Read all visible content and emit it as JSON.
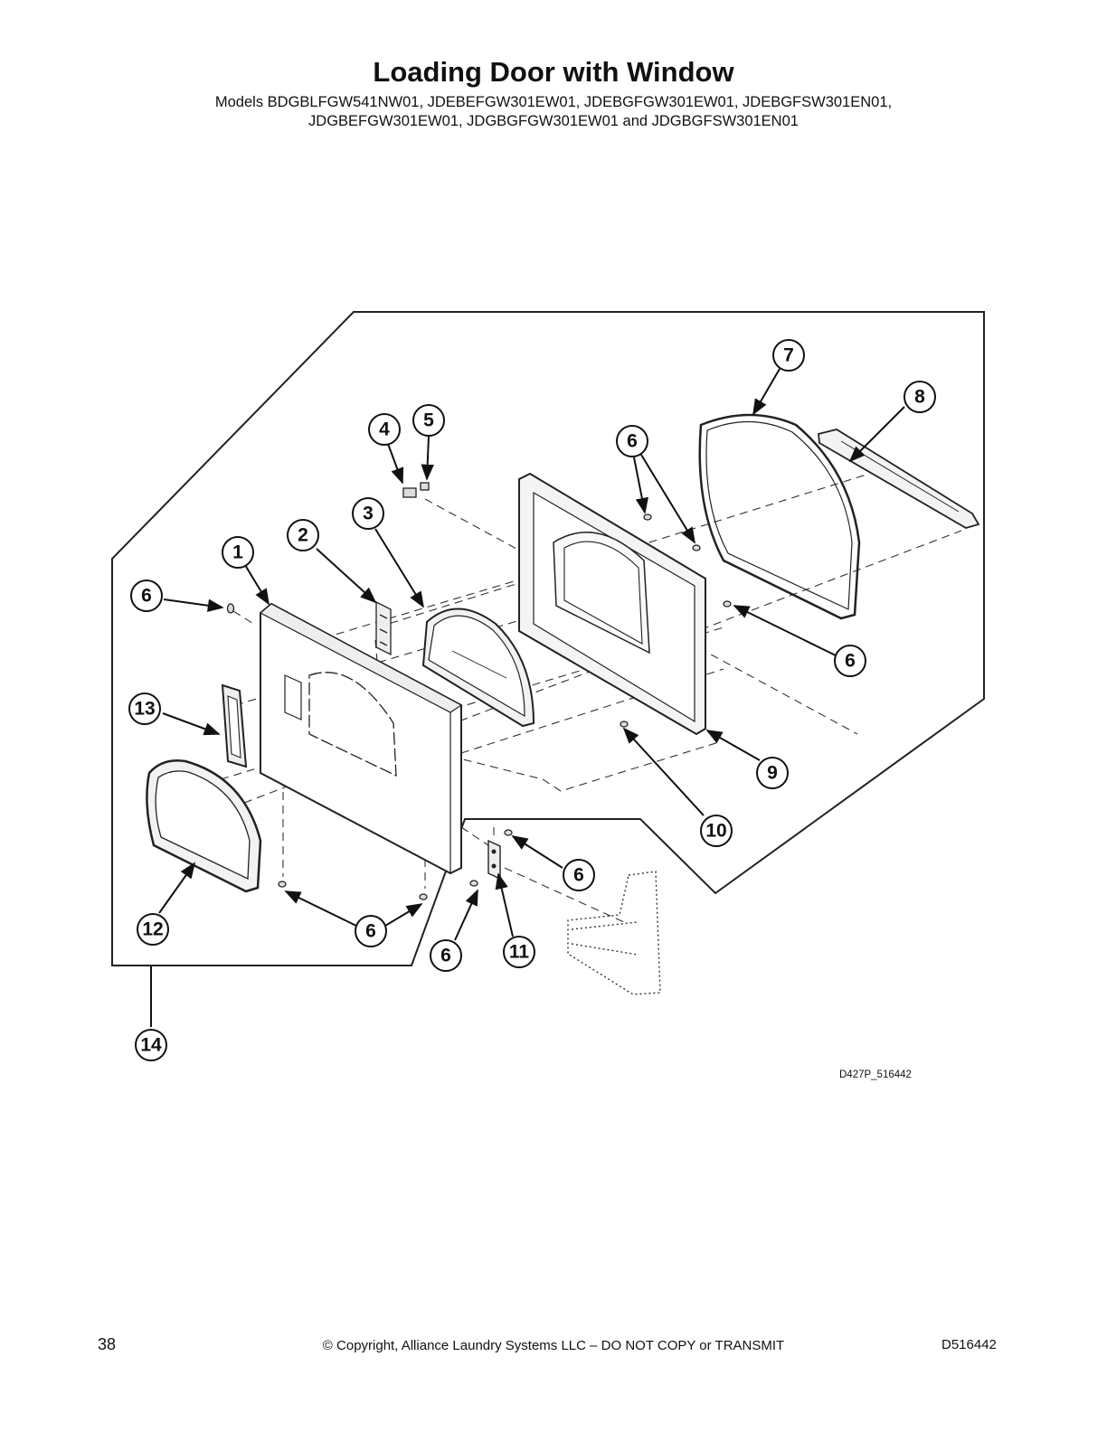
{
  "page": {
    "title": "Loading Door with Window",
    "models_line1": "Models BDGBLFGW541NW01, JDEBEFGW301EW01, JDEBGFGW301EW01, JDEBGFSW301EN01,",
    "models_line2": "JDGBEFGW301EW01, JDGBGFGW301EW01 and JDGBGFSW301EN01"
  },
  "diagram": {
    "callouts": {
      "c1": "1",
      "c2": "2",
      "c3": "3",
      "c4": "4",
      "c5": "5",
      "c6a": "6",
      "c6b": "6",
      "c6c": "6",
      "c6d": "6",
      "c6e": "6",
      "c6f": "6",
      "c7": "7",
      "c8": "8",
      "c9": "9",
      "c10": "10",
      "c11": "11",
      "c12": "12",
      "c13": "13",
      "c14": "14"
    },
    "drawing_id": "D427P_516442"
  },
  "footer": {
    "page_number": "38",
    "copyright": "© Copyright, Alliance Laundry Systems LLC – DO NOT COPY or TRANSMIT",
    "doc_number": "D516442"
  }
}
